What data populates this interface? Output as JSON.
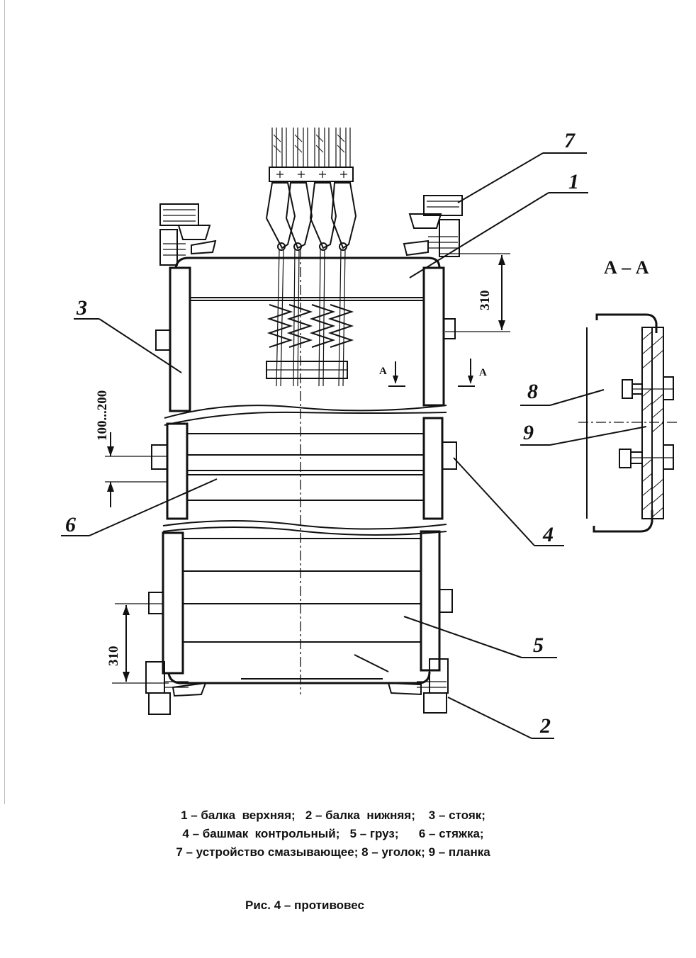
{
  "labels": {
    "n1": "1",
    "n2": "2",
    "n3": "3",
    "n4": "4",
    "n5": "5",
    "n6": "6",
    "n7": "7",
    "n8": "8",
    "n9": "9"
  },
  "dimensions": {
    "top_310": "310",
    "bottom_310": "310",
    "range": "100...200"
  },
  "section": {
    "title": "А – А",
    "mark_left": "А",
    "mark_right": "А"
  },
  "legend": {
    "line1": "1 – балка  верхняя;   2 – балка  нижняя;    3 – стояк;",
    "line2": "4 – башмак  контрольный;   5 – груз;      6 – стяжка;",
    "line3": "7 – устройство смазывающее; 8 – уголок; 9 – планка"
  },
  "caption": "Рис. 4 – противовес"
}
